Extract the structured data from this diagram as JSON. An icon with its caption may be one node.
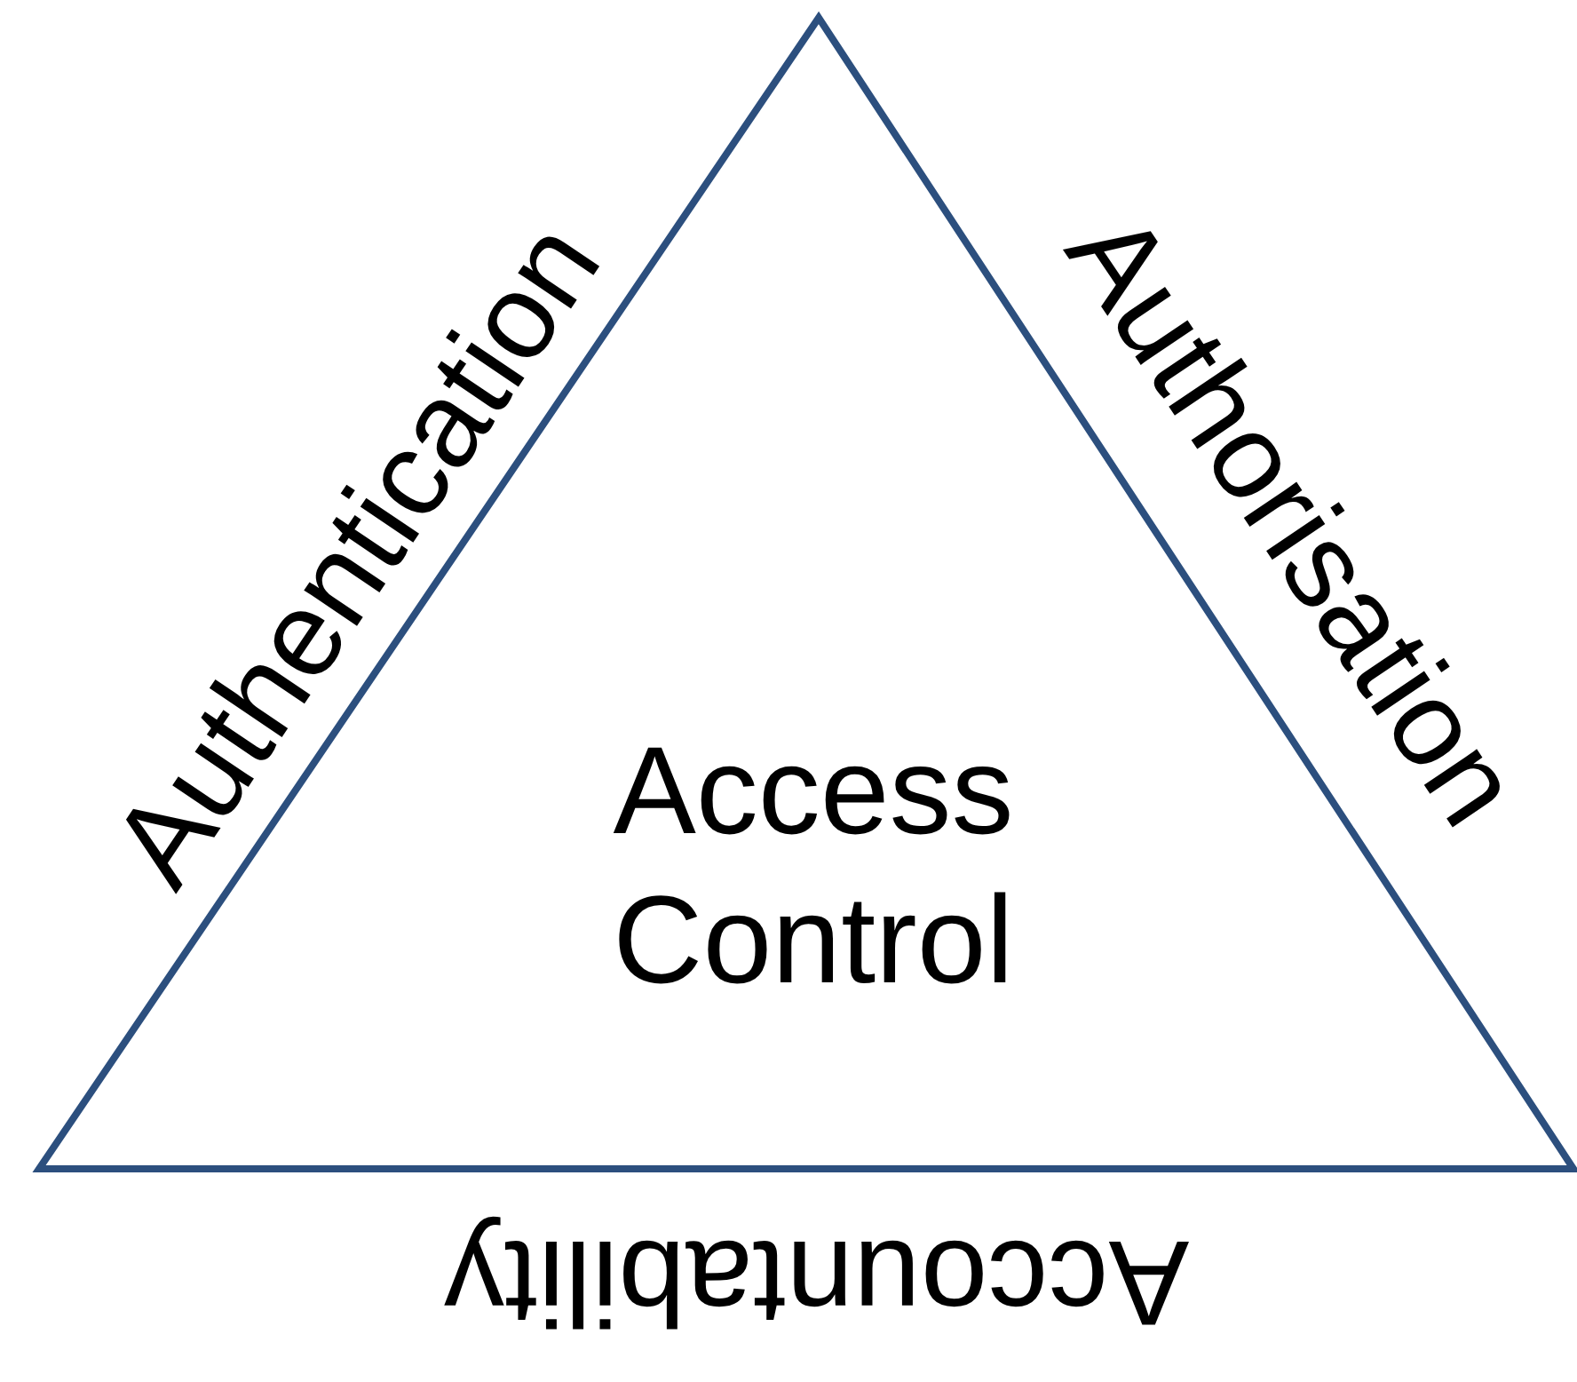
{
  "diagram": {
    "nodes": [
      {
        "text": [
          "Access Control"
        ]
      }
    ],
    "edges": [],
    "labels": [
      "Authentication",
      "Authorisation",
      "Accountability"
    ]
  }
}
